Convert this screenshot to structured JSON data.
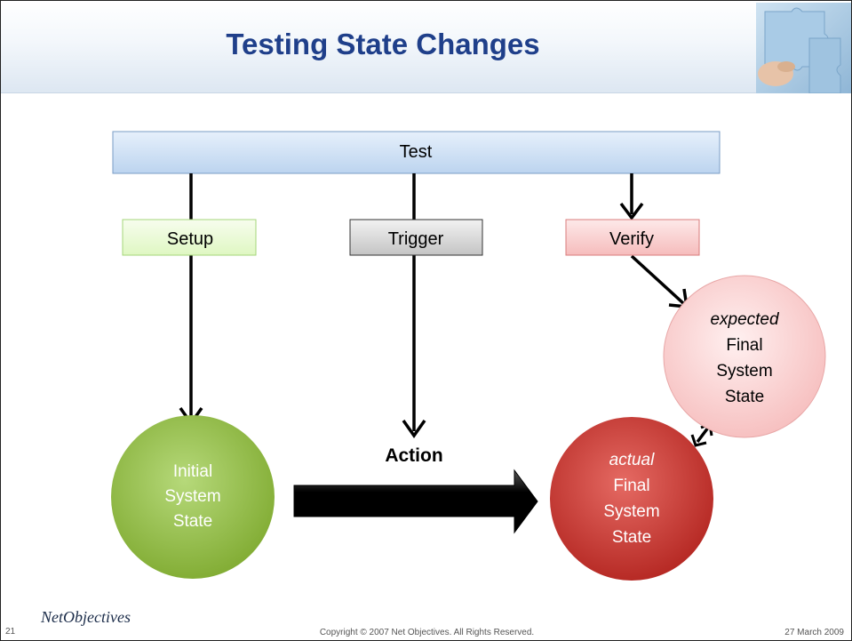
{
  "slide": {
    "title": "Testing State Changes",
    "page_number": "21",
    "copyright": "Copyright © 2007 Net Objectives. All Rights Reserved.",
    "date": "27 March 2009",
    "logo_text": "NetObjectives"
  },
  "diagram": {
    "test_label": "Test",
    "setup_label": "Setup",
    "trigger_label": "Trigger",
    "verify_label": "Verify",
    "action_label": "Action",
    "initial_state": {
      "line1": "Initial",
      "line2": "System",
      "line3": "State"
    },
    "actual_state": {
      "line1": "actual",
      "line2": "Final",
      "line3": "System",
      "line4": "State"
    },
    "expected_state": {
      "line1": "expected",
      "line2": "Final",
      "line3": "System",
      "line4": "State"
    }
  },
  "colors": {
    "title": "#1f3f8a",
    "test_fill": "#cfe0f5",
    "setup_fill": "#eafbd3",
    "trigger_fill": "#d6d6d6",
    "verify_fill": "#fbd2d2",
    "initial_circle": "#8fbe3c",
    "actual_circle": "#c9342f",
    "expected_circle": "#fbd3d3"
  }
}
